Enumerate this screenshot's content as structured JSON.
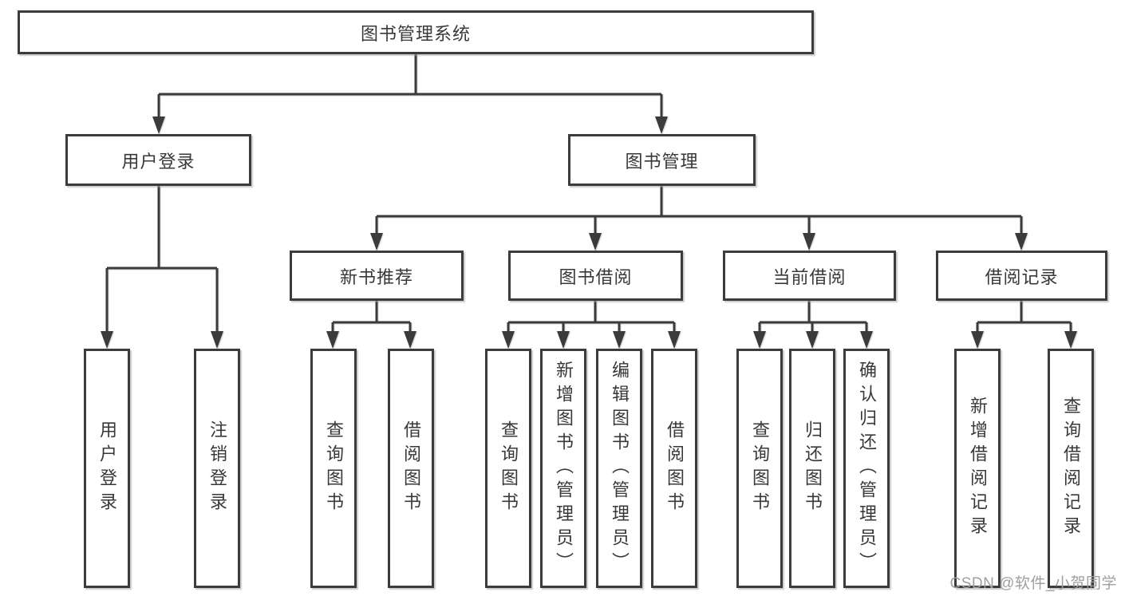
{
  "diagram": {
    "root": {
      "label": "图书管理系统"
    },
    "level2": [
      {
        "label": "用户登录"
      },
      {
        "label": "图书管理"
      }
    ],
    "level3": [
      {
        "label": "新书推荐"
      },
      {
        "label": "图书借阅"
      },
      {
        "label": "当前借阅"
      },
      {
        "label": "借阅记录"
      }
    ],
    "leaves": {
      "user_login": [
        "用户登录",
        "注销登录"
      ],
      "new_books": [
        "查询图书",
        "借阅图书"
      ],
      "book_borrow": [
        "查询图书",
        "新增图书（管理员）",
        "编辑图书（管理员）",
        "借阅图书"
      ],
      "current_borrow": [
        "查询图书",
        "归还图书",
        "确认归还（管理员）"
      ],
      "borrow_records": [
        "新增借阅记录",
        "查询借阅记录"
      ]
    }
  },
  "colors": {
    "line": "#3b3b3b",
    "box_border": "#3c3c3c",
    "text": "#383838",
    "watermark": "#9f9f9f"
  },
  "watermark": "CSDN @软件_小贺同学"
}
